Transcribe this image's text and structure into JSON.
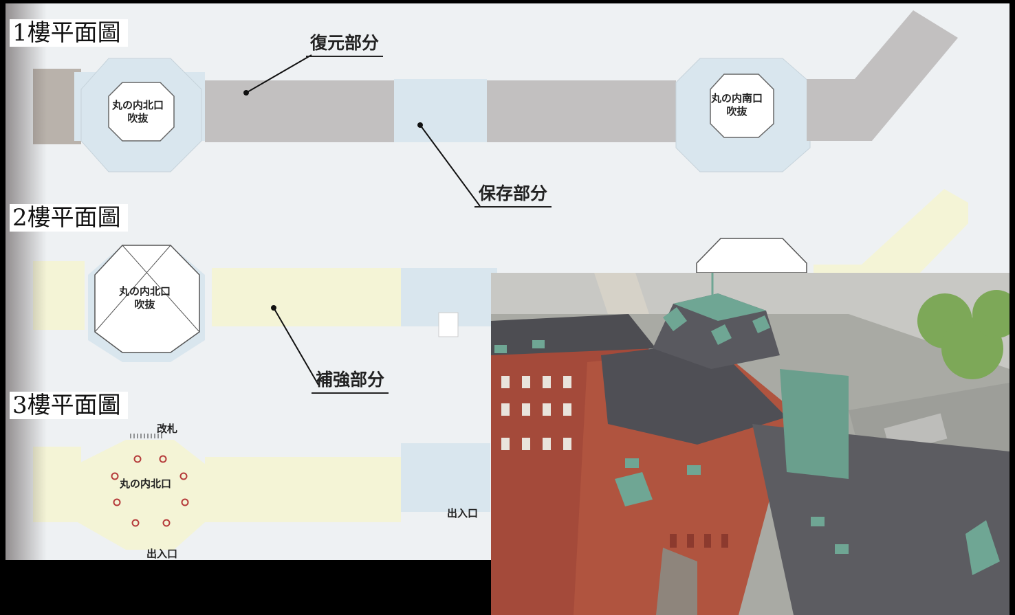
{
  "floors": [
    {
      "title": "1樓平面圖",
      "north_hall": [
        "丸の内北口",
        "吹抜"
      ],
      "south_hall": [
        "丸の内南口",
        "吹抜"
      ]
    },
    {
      "title": "2樓平面圖",
      "north_hall": [
        "丸の内北口",
        "吹抜"
      ]
    },
    {
      "title": "3樓平面圖",
      "north_hall": [
        "丸の内北口"
      ],
      "gate": "改札",
      "exit_left": "出入口",
      "exit_right": "出入口"
    }
  ],
  "callouts": {
    "restored": "復元部分",
    "preserved": "保存部分",
    "reinforced": "補強部分"
  },
  "legend_colors": {
    "restored": "#bcbcbc",
    "preserved": "#d9e6ee",
    "reinforced": "#f4f4d6"
  },
  "photo": {
    "subject": "Tokyo Station Marunouchi building scale model",
    "brick_color": "#a54b3a",
    "roof_color": "#5a5a5e",
    "copper_color": "#5e9a86"
  }
}
